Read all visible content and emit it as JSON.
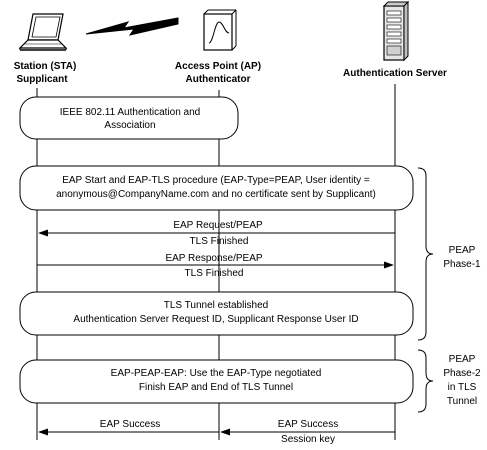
{
  "actors": {
    "station": {
      "line1": "Station (STA)",
      "line2": "Supplicant"
    },
    "access_point": {
      "line1": "Access Point (AP)",
      "line2": "Authenticator"
    },
    "auth_server": {
      "line1": "Authentication Server"
    }
  },
  "steps": {
    "auth_assoc": {
      "line1": "IEEE 802.11 Authentication and",
      "line2": "Association"
    },
    "eap_start": {
      "line1": "EAP Start and EAP-TLS procedure (EAP-Type=PEAP, User identity =",
      "line2": "anonymous@CompanyName.com and no certificate sent by Supplicant)"
    },
    "eap_request": {
      "above": "EAP Request/PEAP",
      "below": "TLS Finished"
    },
    "eap_response": {
      "above": "EAP Response/PEAP",
      "below": "TLS Finished"
    },
    "tls_tunnel": {
      "line1": "TLS Tunnel established",
      "line2": "Authentication Server Request ID, Supplicant Response User ID"
    },
    "eap_peap_eap": {
      "line1": "EAP-PEAP-EAP: Use the EAP-Type negotiated",
      "line2": "Finish EAP and End of TLS Tunnel"
    },
    "eap_success_left": {
      "above": "EAP Success"
    },
    "eap_success_right": {
      "above": "EAP Success",
      "below": "Session key"
    }
  },
  "phases": {
    "phase1": {
      "line1": "PEAP",
      "line2": "Phase-1"
    },
    "phase2": {
      "line1": "PEAP",
      "line2": "Phase-2",
      "line3": "in TLS",
      "line4": "Tunnel"
    }
  },
  "icons": [
    "laptop-icon",
    "wireless-link-icon",
    "access-point-icon",
    "server-icon"
  ]
}
